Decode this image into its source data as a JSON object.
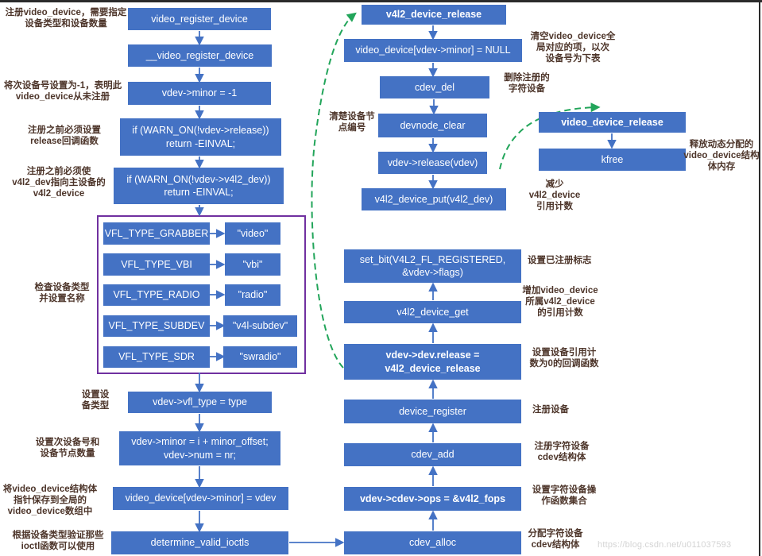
{
  "diagram": {
    "nodes": [
      {
        "id": "video-register-device",
        "label": "video_register_device",
        "bold": false
      },
      {
        "id": "inner-video-register-device",
        "label": "__video_register_device",
        "bold": false
      },
      {
        "id": "minor-init",
        "label": "vdev->minor = -1",
        "bold": false
      },
      {
        "id": "warn-release",
        "label": "if (WARN_ON(!vdev->release))\nreturn -EINVAL;",
        "bold": false
      },
      {
        "id": "warn-v4l2-dev",
        "label": "if (WARN_ON(!vdev->v4l2_dev))\nreturn -EINVAL;",
        "bold": false
      },
      {
        "id": "vfl-type-grabber",
        "label": "VFL_TYPE_GRABBER",
        "bold": false
      },
      {
        "id": "name-video",
        "label": "\"video\"",
        "bold": false
      },
      {
        "id": "vfl-type-vbi",
        "label": "VFL_TYPE_VBI",
        "bold": false
      },
      {
        "id": "name-vbi",
        "label": "\"vbi\"",
        "bold": false
      },
      {
        "id": "vfl-type-radio",
        "label": "VFL_TYPE_RADIO",
        "bold": false
      },
      {
        "id": "name-radio",
        "label": "\"radio\"",
        "bold": false
      },
      {
        "id": "vfl-type-subdev",
        "label": "VFL_TYPE_SUBDEV",
        "bold": false
      },
      {
        "id": "name-v4l-subdev",
        "label": "\"v4l-subdev\"",
        "bold": false
      },
      {
        "id": "vfl-type-sdr",
        "label": "VFL_TYPE_SDR",
        "bold": false
      },
      {
        "id": "name-swradio",
        "label": "\"swradio\"",
        "bold": false
      },
      {
        "id": "set-vfl-type",
        "label": "vdev->vfl_type = type",
        "bold": false
      },
      {
        "id": "set-minor-num",
        "label": "vdev->minor = i + minor_offset;\nvdev->num = nr;",
        "bold": false
      },
      {
        "id": "store-video-device",
        "label": "video_device[vdev->minor] = vdev",
        "bold": false
      },
      {
        "id": "determine-valid-ioctls",
        "label": "determine_valid_ioctls",
        "bold": false
      },
      {
        "id": "v4l2-device-release",
        "label": "v4l2_device_release",
        "bold": true
      },
      {
        "id": "clear-video-device",
        "label": "video_device[vdev->minor] = NULL",
        "bold": false
      },
      {
        "id": "cdev-del",
        "label": "cdev_del",
        "bold": false
      },
      {
        "id": "devnode-clear",
        "label": "devnode_clear",
        "bold": false
      },
      {
        "id": "vdev-release-call",
        "label": "vdev->release(vdev)",
        "bold": false
      },
      {
        "id": "v4l2-device-put",
        "label": "v4l2_device_put(v4l2_dev)",
        "bold": false
      },
      {
        "id": "set-bit-registered",
        "label": "set_bit(V4L2_FL_REGISTERED,\n&vdev->flags)",
        "bold": false
      },
      {
        "id": "v4l2-device-get",
        "label": "v4l2_device_get",
        "bold": false
      },
      {
        "id": "set-dev-release",
        "label": "vdev->dev.release =\nv4l2_device_release",
        "bold": true
      },
      {
        "id": "device-register",
        "label": "device_register",
        "bold": false
      },
      {
        "id": "cdev-add",
        "label": "cdev_add",
        "bold": false
      },
      {
        "id": "set-cdev-ops",
        "label": "vdev->cdev->ops = &v4l2_fops",
        "bold": true
      },
      {
        "id": "cdev-alloc",
        "label": "cdev_alloc",
        "bold": false
      },
      {
        "id": "video-device-release",
        "label": "video_device_release",
        "bold": true
      },
      {
        "id": "kfree",
        "label": "kfree",
        "bold": false
      }
    ],
    "annotations": [
      {
        "id": "register-note",
        "text": "注册video_device，需要指定\n设备类型和设备数量"
      },
      {
        "id": "minor-note",
        "text": "将次设备号设置为-1，表明此\nvideo_device从未注册"
      },
      {
        "id": "release-note",
        "text": "注册之前必须设置\nrelease回调函数"
      },
      {
        "id": "v4l2dev-note",
        "text": "注册之前必须使\nv4l2_dev指向主设备的\nv4l2_device"
      },
      {
        "id": "check-type-note",
        "text": "检查设备类型\n并设置名称"
      },
      {
        "id": "set-type-note",
        "text": "设置设\n备类型"
      },
      {
        "id": "set-minor-note",
        "text": "设置次设备号和\n设备节点数量"
      },
      {
        "id": "store-note",
        "text": "将video_device结构体\n指针保存到全局的\nvideo_device数组中"
      },
      {
        "id": "ioctl-note",
        "text": "根据设备类型验证那些\nioctl函数可以使用"
      },
      {
        "id": "clear-entry-note",
        "text": "清空video_device全\n局对应的项，以次\n设备号为下表"
      },
      {
        "id": "cdev-del-note",
        "text": "删除注册的\n字符设备"
      },
      {
        "id": "devnode-note",
        "text": "清楚设备节\n点编号"
      },
      {
        "id": "put-note",
        "text": "减少\nv4l2_device\n引用计数"
      },
      {
        "id": "kfree-note",
        "text": "释放动态分配的\nvideo_device结构\n体内存"
      },
      {
        "id": "set-bit-note",
        "text": "设置已注册标志"
      },
      {
        "id": "get-note",
        "text": "增加video_device\n所属v4l2_device\n的引用计数"
      },
      {
        "id": "dev-release-note",
        "text": "设置设备引用计\n数为0的回调函数"
      },
      {
        "id": "device-register-note",
        "text": "注册设备"
      },
      {
        "id": "cdev-add-note",
        "text": "注册字符设备\ncdev结构体"
      },
      {
        "id": "cdev-ops-note",
        "text": "设置字符设备操\n作函数集合"
      },
      {
        "id": "cdev-alloc-note",
        "text": "分配字符设备\ncdev结构体"
      }
    ],
    "watermark": "https://blog.csdn.net/u011037593",
    "colors": {
      "box_fill": "#4472C4",
      "box_text": "#ffffff",
      "arrow_blue": "#4472C4",
      "arrow_green": "#22A55A",
      "frame_purple": "#7030A0",
      "annotation_text": "#4d352a"
    }
  }
}
